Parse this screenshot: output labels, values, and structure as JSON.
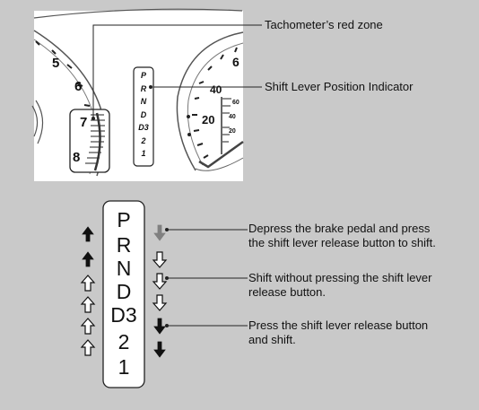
{
  "callouts": {
    "tach_red_zone": "Tachometer’s red zone",
    "shift_indicator": "Shift Lever Position Indicator"
  },
  "tachometer": {
    "tick_labels": [
      "5",
      "6",
      "7",
      "8"
    ]
  },
  "speedometer": {
    "major_labels": [
      "6",
      "40",
      "20"
    ],
    "minor_labels": [
      "60",
      "40",
      "20"
    ]
  },
  "indicator_positions": [
    "P",
    "R",
    "N",
    "D",
    "D3",
    "2",
    "1"
  ],
  "shift_lever": {
    "positions": [
      "P",
      "R",
      "N",
      "D",
      "D3",
      "2",
      "1"
    ],
    "instructions": [
      {
        "line1": "Depress the brake pedal and press",
        "line2": "the shift lever release button to shift."
      },
      {
        "line1": "Shift without pressing the shift lever",
        "line2": "release button."
      },
      {
        "line1": "Press the shift lever release button",
        "line2": "and shift."
      }
    ]
  },
  "colors": {
    "background": "#c9c9c9",
    "panel": "#ffffff",
    "ink": "#111111",
    "grey_arrow": "#808080"
  }
}
